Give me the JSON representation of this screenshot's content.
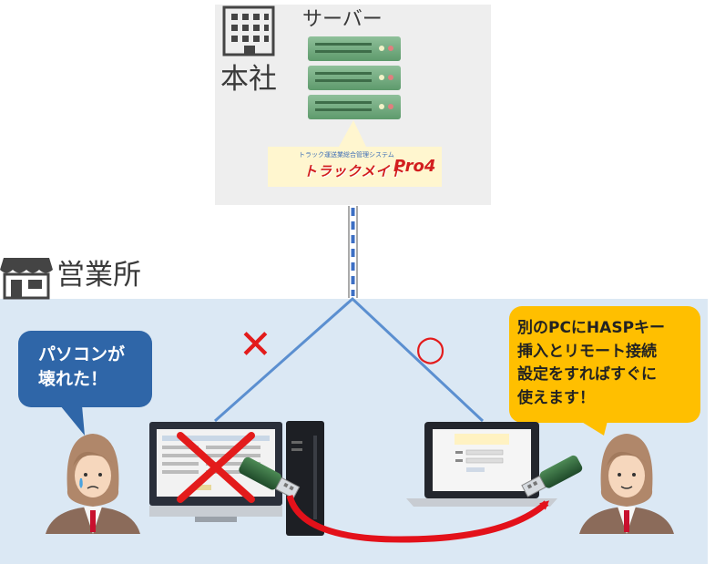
{
  "headquarters": {
    "label": "本社",
    "server_label": "サーバー",
    "software_logo": {
      "name": "トラックメイト",
      "suffix": "Pro4",
      "tagline": "トラック運送業総合管理システム"
    }
  },
  "branch_office": {
    "label": "営業所"
  },
  "left_bubble": {
    "text": "パソコンが\n壊れた！"
  },
  "right_bubble": {
    "text": "別のPCにHASPキー\n挿入とリモート接続\n設定をすればすぐに\n使えます！"
  },
  "marks": {
    "ng": "✕",
    "ok": "○"
  },
  "colors": {
    "headquarters_bg": "#eeeeee",
    "office_bg": "#dbe8f4",
    "line_blue": "#5b8fd0",
    "mark_red": "#e31b1b",
    "left_bubble": "#2f66a8",
    "right_bubble": "#ffbf00"
  },
  "icons": [
    "building-icon",
    "server-rack-icon",
    "shop-icon",
    "desktop-pc-icon",
    "pc-tower-icon",
    "laptop-icon",
    "usb-key-icon",
    "person-icon",
    "arrow-icon"
  ]
}
